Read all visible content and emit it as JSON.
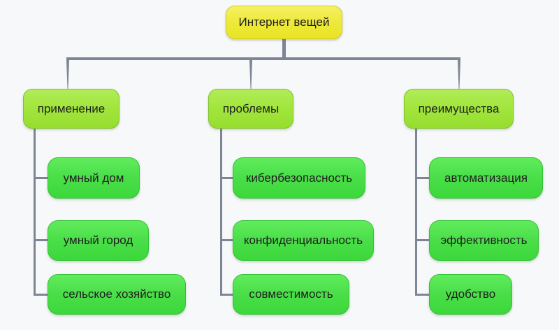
{
  "diagram": {
    "title": "Интернет вещей",
    "root": {
      "label": "Интернет вещей"
    },
    "branches": [
      {
        "label": "применение",
        "children": [
          {
            "label": "умный дом"
          },
          {
            "label": "умный город"
          },
          {
            "label": "сельское хозяйство"
          }
        ]
      },
      {
        "label": "проблемы",
        "children": [
          {
            "label": "кибербезопасность"
          },
          {
            "label": "конфиденциальность"
          },
          {
            "label": "совместимость"
          }
        ]
      },
      {
        "label": "преимущества",
        "children": [
          {
            "label": "автоматизация"
          },
          {
            "label": "эффективность"
          },
          {
            "label": "удобство"
          }
        ]
      }
    ],
    "colors": {
      "background": "#f7f8f9",
      "root_node_fill": "#eeea3e",
      "branch_node_fill": "#a2e63e",
      "child_node_fill": "#4ade49",
      "connector": "#7e8594",
      "text": "#202020"
    }
  }
}
